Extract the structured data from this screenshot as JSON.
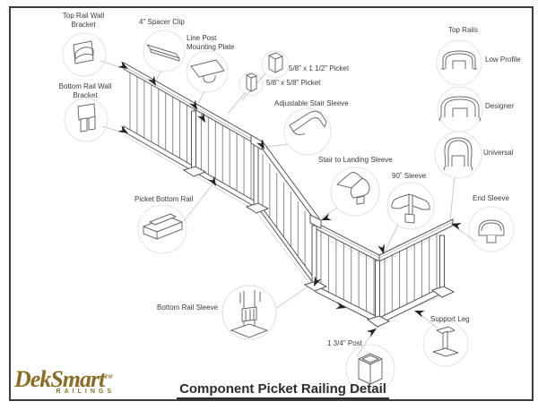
{
  "title": "Component Picket Railing Detail",
  "logo": {
    "brand": "DekSmart",
    "tm": "TM",
    "tagline": "RAILINGS",
    "color": "#8a6d24"
  },
  "labels": {
    "top_rail_wall_bracket": "Top Rail Wall Bracket",
    "bottom_rail_wall_bracket": "Bottom Rail Wall Bracket",
    "spacer_clip": "4\" Spacer Clip",
    "line_post_mounting_plate": "Line Post Mounting Plate",
    "picket_5_8_x_1_1_2": "5/8\" x 1 1/2\" Picket",
    "picket_5_8_x_5_8": "5/8\" x 5/8\" Picket",
    "adjustable_stair_sleeve": "Adjustable Stair Sleeve",
    "top_rails": "Top Rails",
    "low_profile": "Low Profile",
    "designer": "Designer",
    "universal": "Universal",
    "stair_to_landing_sleeve": "Stair to Landing Sleeve",
    "ninety_sleeve": "90˚ Sleeve",
    "end_sleeve": "End Sleeve",
    "picket_bottom_rail": "Picket Bottom Rail",
    "bottom_rail_sleeve": "Bottom Rail Sleeve",
    "support_leg": "Support Leg",
    "post_1_3_4": "1 3/4\" Post"
  },
  "icons": [
    "top-rail-wall-bracket-icon",
    "bottom-rail-wall-bracket-icon",
    "spacer-clip-icon",
    "line-post-mounting-plate-icon",
    "picket-large-icon",
    "picket-small-icon",
    "adjustable-stair-sleeve-icon",
    "stair-to-landing-sleeve-icon",
    "ninety-degree-sleeve-icon",
    "low-profile-rail-icon",
    "designer-rail-icon",
    "universal-rail-icon",
    "end-sleeve-icon",
    "picket-bottom-rail-icon",
    "bottom-rail-sleeve-icon",
    "support-leg-icon",
    "post-icon"
  ]
}
